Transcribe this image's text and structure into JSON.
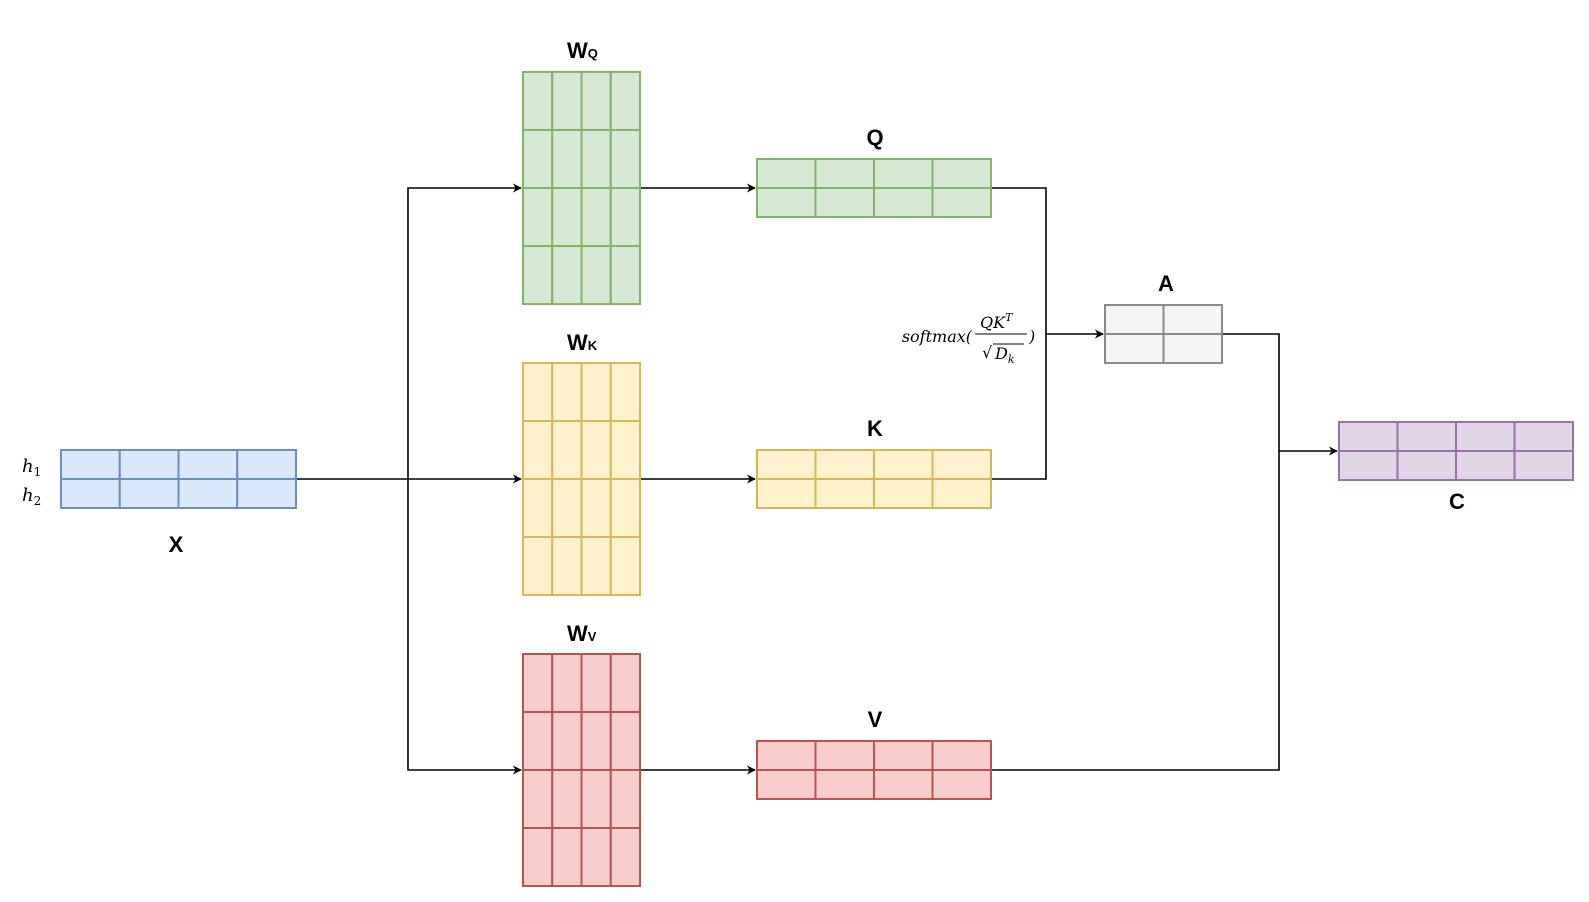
{
  "matrices": {
    "X": {
      "label": "X",
      "sub": "",
      "rows": 2,
      "cols": 4,
      "fill": "#dae8fc",
      "stroke": "#6c8ebf"
    },
    "WQ": {
      "label": "W",
      "sub": "Q",
      "rows": 4,
      "cols": 4,
      "fill": "#d5e8d4",
      "stroke": "#82b366"
    },
    "WK": {
      "label": "W",
      "sub": "K",
      "rows": 4,
      "cols": 4,
      "fill": "#fff2cc",
      "stroke": "#d6b656"
    },
    "WV": {
      "label": "W",
      "sub": "V",
      "rows": 4,
      "cols": 4,
      "fill": "#f8cecc",
      "stroke": "#b85450"
    },
    "Q": {
      "label": "Q",
      "sub": "",
      "rows": 2,
      "cols": 4,
      "fill": "#d5e8d4",
      "stroke": "#82b366"
    },
    "K": {
      "label": "K",
      "sub": "",
      "rows": 2,
      "cols": 4,
      "fill": "#fff2cc",
      "stroke": "#d6b656"
    },
    "V": {
      "label": "V",
      "sub": "",
      "rows": 2,
      "cols": 4,
      "fill": "#f8cecc",
      "stroke": "#b85450"
    },
    "A": {
      "label": "A",
      "sub": "",
      "rows": 2,
      "cols": 2,
      "fill": "#f5f5f5",
      "stroke": "#8a8a8a"
    },
    "C": {
      "label": "C",
      "sub": "",
      "rows": 2,
      "cols": 4,
      "fill": "#e1d5e7",
      "stroke": "#9673a6"
    }
  },
  "row_labels": {
    "h1_base": "h",
    "h1_sub": "1",
    "h2_base": "h",
    "h2_sub": "2"
  },
  "formula": {
    "fn": "softmax(",
    "numerator": "QK",
    "numerator_sup": "T",
    "denominator_root": "√",
    "denominator": "D",
    "denominator_sub": "k",
    "close": ")"
  },
  "edge_color": "#000000"
}
